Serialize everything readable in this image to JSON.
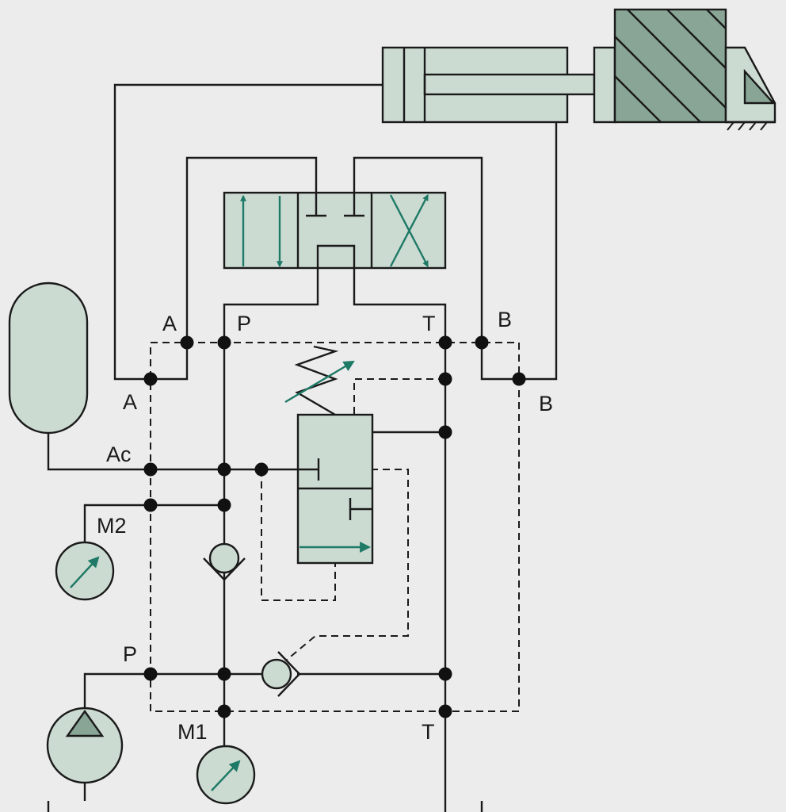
{
  "labels": {
    "valve_a": "A",
    "valve_p": "P",
    "valve_t": "T",
    "valve_b": "B",
    "port_a": "A",
    "port_b": "B",
    "accumulator": "Ac",
    "gauge_m2": "M2",
    "pump_p": "P",
    "gauge_m1": "M1",
    "tank_t": "T"
  },
  "colors": {
    "background": "#ececec",
    "component_fill": "#ccdbd2",
    "component_dark": "#88a595",
    "arrow_accent": "#1e7a66",
    "line": "#1a1a1a"
  },
  "components": [
    "hydraulic-cylinder",
    "load-mass",
    "directional-control-valve",
    "accumulator",
    "pressure-reducing-valve",
    "check-valve",
    "pilot-check-valve",
    "pressure-gauge-m2",
    "pressure-gauge-m1",
    "hydraulic-pump"
  ]
}
